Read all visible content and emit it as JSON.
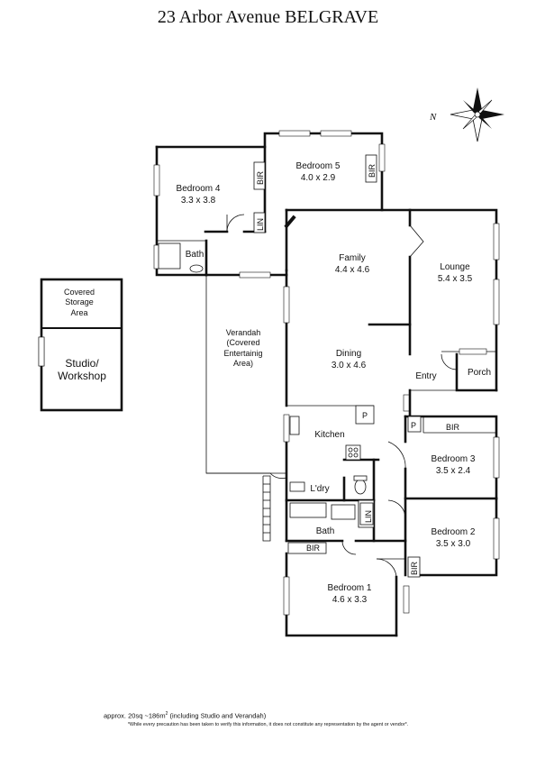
{
  "title": "23 Arbor Avenue BELGRAVE",
  "compass": {
    "letter": "N"
  },
  "rooms": {
    "bedroom4": {
      "name": "Bedroom 4",
      "dims": "3.3 x 3.8"
    },
    "bedroom5": {
      "name": "Bedroom 5",
      "dims": "4.0 x 2.9"
    },
    "family": {
      "name": "Family",
      "dims": "4.4 x 4.6"
    },
    "lounge": {
      "name": "Lounge",
      "dims": "5.4 x 3.5"
    },
    "dining": {
      "name": "Dining",
      "dims": "3.0 x 4.6"
    },
    "bedroom3": {
      "name": "Bedroom 3",
      "dims": "3.5 x 2.4"
    },
    "bedroom2": {
      "name": "Bedroom 2",
      "dims": "3.5 x 3.0"
    },
    "bedroom1": {
      "name": "Bedroom 1",
      "dims": "4.6 x 3.3"
    },
    "bath_upper": "Bath",
    "bath_lower": "Bath",
    "kitchen": "Kitchen",
    "laundry": "L'dry",
    "entry": "Entry",
    "porch": "Porch",
    "verandah": [
      "Verandah",
      "(Covered",
      "Entertainig",
      "Area)"
    ],
    "storage": [
      "Covered",
      "Storage",
      "Area"
    ],
    "studio": [
      "Studio/",
      "Workshop"
    ]
  },
  "fixtures": {
    "bir": "BIR",
    "lin": "LIN",
    "pantry": "P"
  },
  "footer": {
    "area_prefix": "approx. 20sq ~186m",
    "area_sup": "2",
    "area_suffix": " (including Studio and Verandah)",
    "disclaimer": "*While every precaution has been taken to verify this information, it does not constitute any representation by the agent or vendor*."
  }
}
